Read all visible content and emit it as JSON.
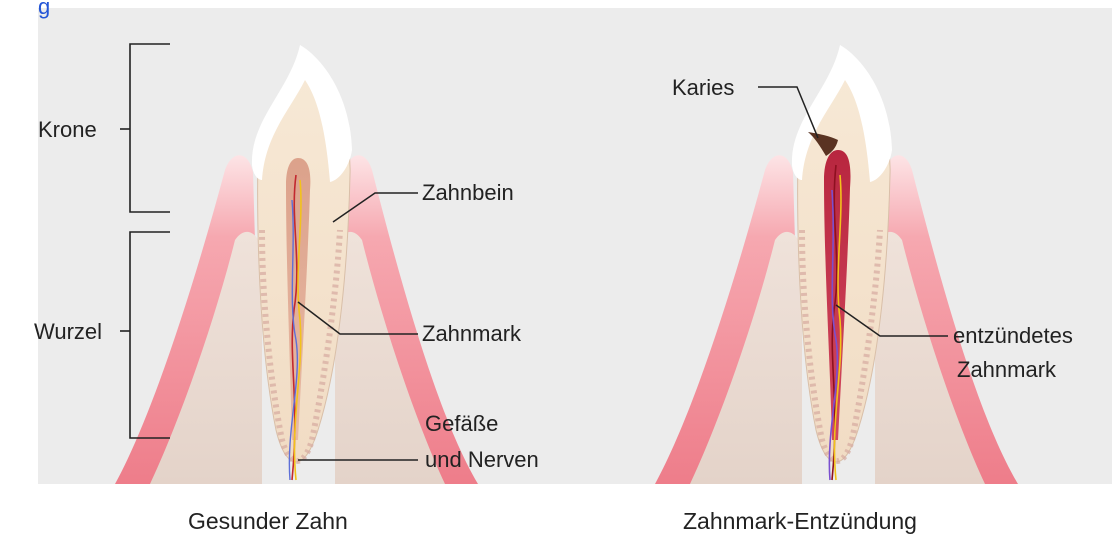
{
  "header": {
    "link_fragment": "g"
  },
  "labels": {
    "krone": "Krone",
    "wurzel": "Wurzel",
    "zahnbein": "Zahnbein",
    "zahnmark": "Zahnmark",
    "gefaesse_line1": "Gefäße",
    "gefaesse_line2": "und Nerven",
    "karies": "Karies",
    "entzuendet_line1": "entzündetes",
    "entzuendet_line2": "Zahnmark"
  },
  "captions": {
    "left": "Gesunder Zahn",
    "right": "Zahnmark-Entzündung"
  },
  "colors": {
    "panel_bg": "#ececec",
    "gum": "#f08a96",
    "gum_light": "#fbd3d6",
    "bone": "#e9dad2",
    "dentin": "#f5e4cf",
    "enamel": "#ffffff",
    "pulp_healthy": "#d9a08c",
    "pulp_inflamed": "#c0304a",
    "caries": "#5a3322",
    "label_text": "#222222",
    "link_text": "#2455d6"
  }
}
